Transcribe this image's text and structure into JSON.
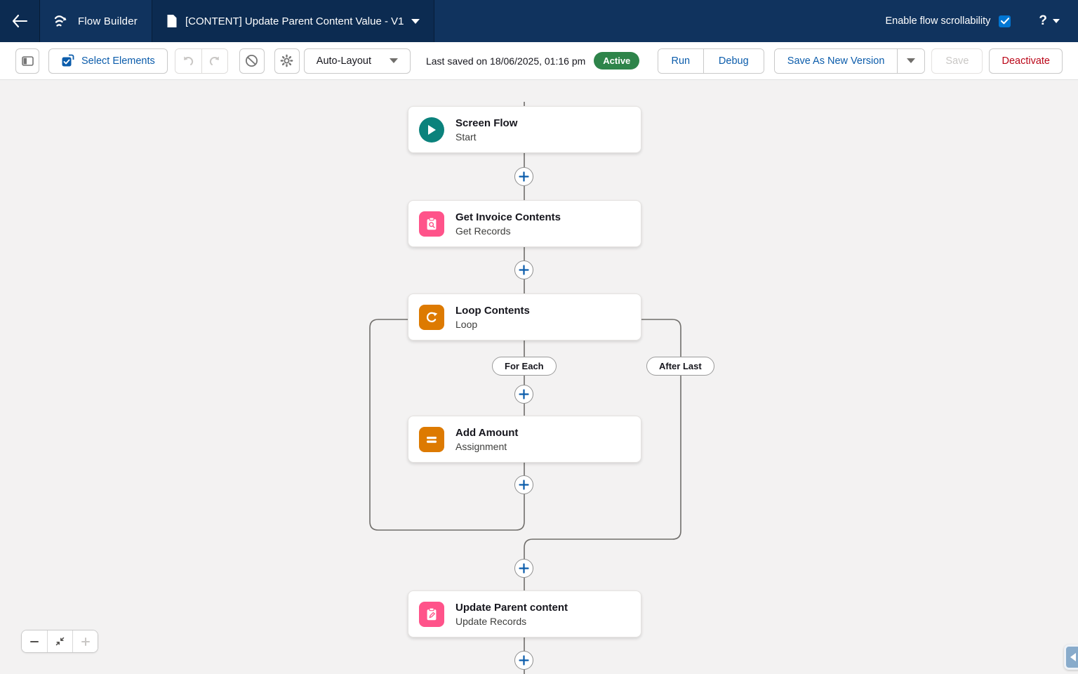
{
  "header": {
    "app_name": "Flow Builder",
    "flow_title": "[CONTENT] Update Parent Content Value - V1",
    "scrollability_label": "Enable flow scrollability",
    "scrollability_checked": true,
    "help_label": "?"
  },
  "toolbar": {
    "select_elements_label": "Select Elements",
    "layout_select_value": "Auto-Layout",
    "last_saved_text": "Last saved on 18/06/2025, 01:16 pm",
    "status_badge": "Active",
    "run_label": "Run",
    "debug_label": "Debug",
    "save_as_new_version_label": "Save As New Version",
    "save_label": "Save",
    "deactivate_label": "Deactivate"
  },
  "canvas": {
    "nodes": [
      {
        "title": "Screen Flow",
        "subtitle": "Start",
        "icon": "play-icon",
        "color": "#0b827c",
        "shape": "circle"
      },
      {
        "title": "Get Invoice Contents",
        "subtitle": "Get Records",
        "icon": "clipboard-search-icon",
        "color": "#ff538a",
        "shape": "square"
      },
      {
        "title": "Loop Contents",
        "subtitle": "Loop",
        "icon": "loop-icon",
        "color": "#dd7a01",
        "shape": "square"
      },
      {
        "title": "Add Amount",
        "subtitle": "Assignment",
        "icon": "equals-icon",
        "color": "#dd7a01",
        "shape": "square"
      },
      {
        "title": "Update Parent content",
        "subtitle": "Update Records",
        "icon": "clipboard-edit-icon",
        "color": "#ff538a",
        "shape": "square"
      }
    ],
    "branch_labels": {
      "for_each": "For Each",
      "after_last": "After Last"
    }
  },
  "icons": {
    "back-arrow-icon": "left arrow",
    "flow-builder-logo-icon": "flow waves with arrow",
    "document-icon": "page with folded corner",
    "checkbox-checked-icon": "check mark",
    "help-icon": "question mark",
    "panel-toggle-icon": "sidebar rectangle",
    "multi-select-icon": "checked square with corner arrow",
    "undo-icon": "curved arrow left",
    "redo-icon": "curved arrow right",
    "disable-icon": "circle with slash",
    "gear-icon": "settings gear",
    "chevron-down-icon": "filled triangle",
    "add-element-icon": "plus in circle",
    "zoom-out-icon": "minus",
    "fit-view-icon": "inward diagonal arrows",
    "zoom-in-icon": "plus",
    "expand-panel-icon": "left triangle"
  },
  "colors": {
    "header_bg": "#10335e",
    "header_dark_section": "#0c2b51",
    "accent_blue": "#0b5cab",
    "checkbox_blue": "#0176d3",
    "active_green": "#2e844a",
    "deactivate_red": "#ba0517",
    "canvas_bg": "#f3f2f2",
    "connector_gray": "#706e6b",
    "start_teal": "#0b827c",
    "record_pink": "#ff538a",
    "logic_orange": "#dd7a01"
  }
}
